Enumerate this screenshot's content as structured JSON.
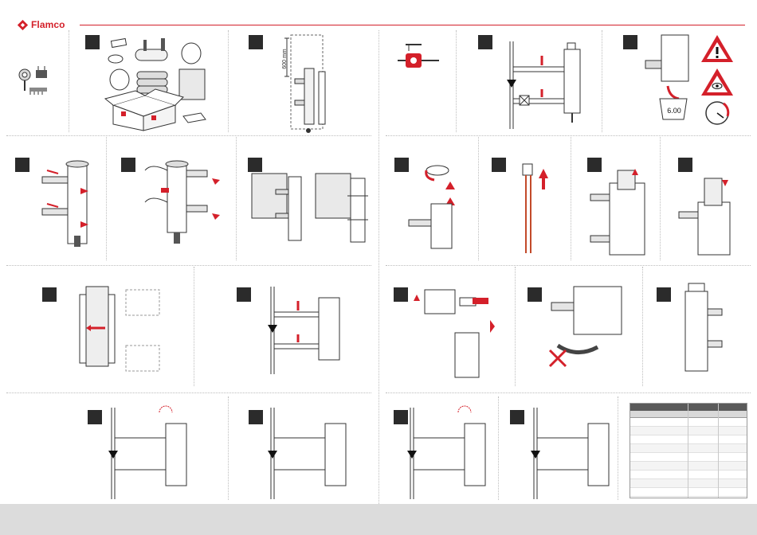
{
  "brand": {
    "name": "Flamco",
    "color": "#d4202a"
  },
  "labels": {
    "install_height": "600 mm",
    "gauge_value": "6.00"
  },
  "colors": {
    "accent": "#d4202a",
    "step_badge": "#2b2b2b",
    "footer": "#dcdcdc",
    "table_header": "#5a5a5a"
  }
}
